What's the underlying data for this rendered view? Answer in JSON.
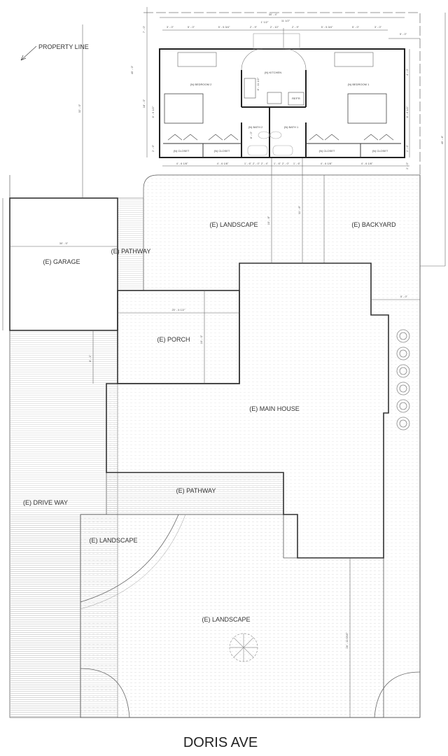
{
  "street_name": "DORIS AVE",
  "callouts": {
    "property_line": "PROPERTY LINE"
  },
  "areas": {
    "garage": "(E) GARAGE",
    "pathway_upper": "(E) PATHWAY",
    "landscape_rear": "(E) LANDSCAPE",
    "backyard": "(E) BACKYARD",
    "porch": "(E) PORCH",
    "main_house": "(E) MAIN HOUSE",
    "pathway_lower": "(E) PATHWAY",
    "drive_way": "(E) DRIVE WAY",
    "landscape_left": "(E) LANDSCAPE",
    "landscape_front": "(E) LANDSCAPE"
  },
  "adu_rooms": {
    "bedroom2": "(N) BEDROOM 2",
    "kitchen": "(N) KITCHEN",
    "bedroom1": "(N) BEDROOM 1",
    "refr": "REF'R",
    "bath2": "(N) BATH 2",
    "bath1": "(N) BATH 1",
    "closets": [
      "(N) CLOSET",
      "(N) CLOSET",
      "(N) CLOSET",
      "(N) CLOSET"
    ]
  },
  "dimensions": {
    "adu_overall_width": "30' - 4\"",
    "adu_top": [
      "3' - 0\"",
      "5' - 0\"",
      "5' - 5 3/4\"",
      "2' - 9\"",
      "2' - 10\"",
      "2' - 9\"",
      "5' - 5 3/4\"",
      "5' - 0\"",
      "3' - 0\""
    ],
    "adu_top_small": [
      "1' 1/2\"",
      "11 1/2\""
    ],
    "adu_bottom": [
      "4' - 6 1/8\"",
      "4' - 6 1/8\"",
      "1' - 6\"",
      "2' - 0\"",
      "2' - 4\"",
      "1' - 6\"",
      "2' - 0\"",
      "1' - 6\"",
      "4' - 6 1/8\"",
      "4' - 6 1/8\""
    ],
    "adu_depth": "18' - 0\"",
    "adu_setback_top": "7' - 0\"",
    "adu_setback_right": "5' - 0\"",
    "adu_side_right": [
      "4' - 0\"",
      "8' - 6 1/2\"",
      "2' - 6\"",
      "2' - 0\""
    ],
    "adu_side_left": [
      "8' - 6 1/2\"",
      "2' - 6\""
    ],
    "kitchen_depth": "8' - 11 1/2\"",
    "bath_depth": "8' - 0\"",
    "lot_left": "32' - 0\"",
    "lot_left_outer": "45' - 0\"",
    "lot_right": "45' - 8\"",
    "garage_width": "30' - 5\"",
    "porch_width": "20' - 6 1/2\"",
    "porch_depth": "10' - 0\"",
    "garage_to_house": "8' - 1\"",
    "adu_to_house_1": "10' - 8\"",
    "adu_to_house_2": "11' - 8\"",
    "house_side_setback": "5' - 0\"",
    "house_to_street": "28' - 11 9/16\""
  }
}
